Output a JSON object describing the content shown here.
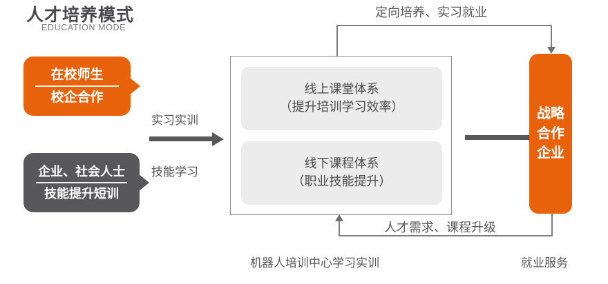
{
  "heading": {
    "title": "人才培养模式",
    "subtitle": "EDUCATION MODE"
  },
  "colors": {
    "orange": "#E8620C",
    "dark_gray": "#58585A",
    "light_gray_fill": "#ECECEC",
    "line_gray": "#7D7D80",
    "text_gray": "#4A4A4C"
  },
  "left_callouts": [
    {
      "id": "students",
      "color": "#E8620C",
      "line1": "在校师生",
      "line2": "校企合作"
    },
    {
      "id": "enterprise",
      "color": "#58585A",
      "line1": "企业、社会人士",
      "line2": "技能提升短训"
    }
  ],
  "middle_flow": {
    "label_above_arrow": "实习实训",
    "label_below_arrow": "技能学习"
  },
  "main_box": {
    "inner_boxes": [
      {
        "id": "online",
        "line1": "线上课堂体系",
        "line2": "（提升培训学习效率）"
      },
      {
        "id": "offline",
        "line1": "线下课程体系",
        "line2": "（职业技能提升）"
      }
    ]
  },
  "enterprise_box": {
    "line1": "战略",
    "line2": "合作",
    "line3": "企业"
  },
  "loops": {
    "top_label": "定向培养、实习就业",
    "bottom_label": "人才需求、课程升级"
  },
  "captions": {
    "center": "机器人培训中心学习实训",
    "right": "就业服务"
  }
}
